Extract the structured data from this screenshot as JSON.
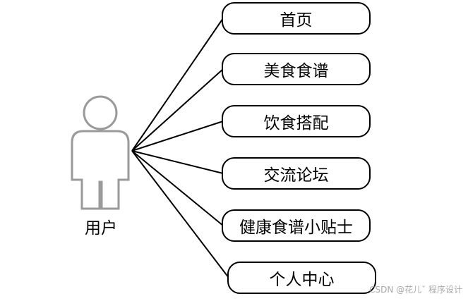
{
  "actor": {
    "name": "用户"
  },
  "use_cases": [
    "首页",
    "美食食谱",
    "饮食搭配",
    "交流论坛",
    "健康食谱小贴士",
    "个人中心"
  ],
  "watermark": "CSDN @花儿ˇ 程序设计"
}
